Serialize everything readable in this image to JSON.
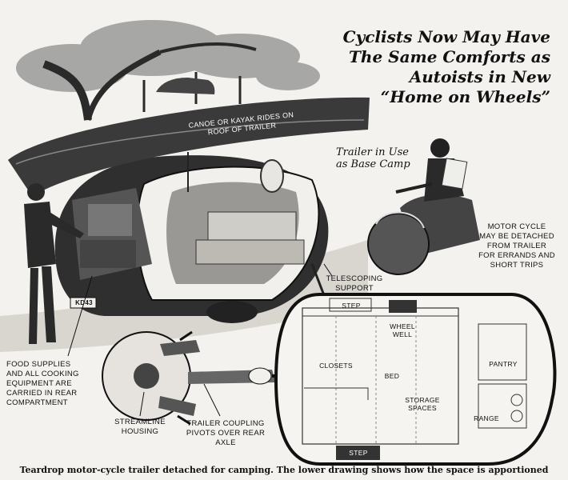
{
  "headline": {
    "lines": [
      "Cyclists Now May Have",
      "The Same Comforts as",
      "Autoists in New",
      "“Home on Wheels”"
    ]
  },
  "labels": {
    "canoe": [
      "Canoe or kayak rides on",
      "roof of trailer"
    ],
    "base_camp": [
      "Trailer in Use",
      "as Base Camp"
    ],
    "motorcycle": [
      "Motor cycle",
      "may be detached",
      "from trailer",
      "for errands and",
      "short trips"
    ],
    "telescoping": [
      "Telescoping",
      "support"
    ],
    "food": [
      "Food supplies",
      "and all cooking",
      "equipment are",
      "carried in rear",
      "compartment"
    ],
    "streamline": [
      "Streamline",
      "housing"
    ],
    "coupling": [
      "Trailer coupling",
      "pivots over rear",
      "axle"
    ],
    "license_plate": "KD43"
  },
  "floor_plan": {
    "step_top": "Step",
    "step_bottom": "Step",
    "wheel_well": [
      "Wheel",
      "well"
    ],
    "closets": "Closets",
    "bed": "Bed",
    "storage": [
      "Storage",
      "spaces"
    ],
    "pantry": "Pantry",
    "range": "Range"
  },
  "caption": "Teardrop motor-cycle trailer detached for camping. The lower drawing shows how the space is apportioned"
}
